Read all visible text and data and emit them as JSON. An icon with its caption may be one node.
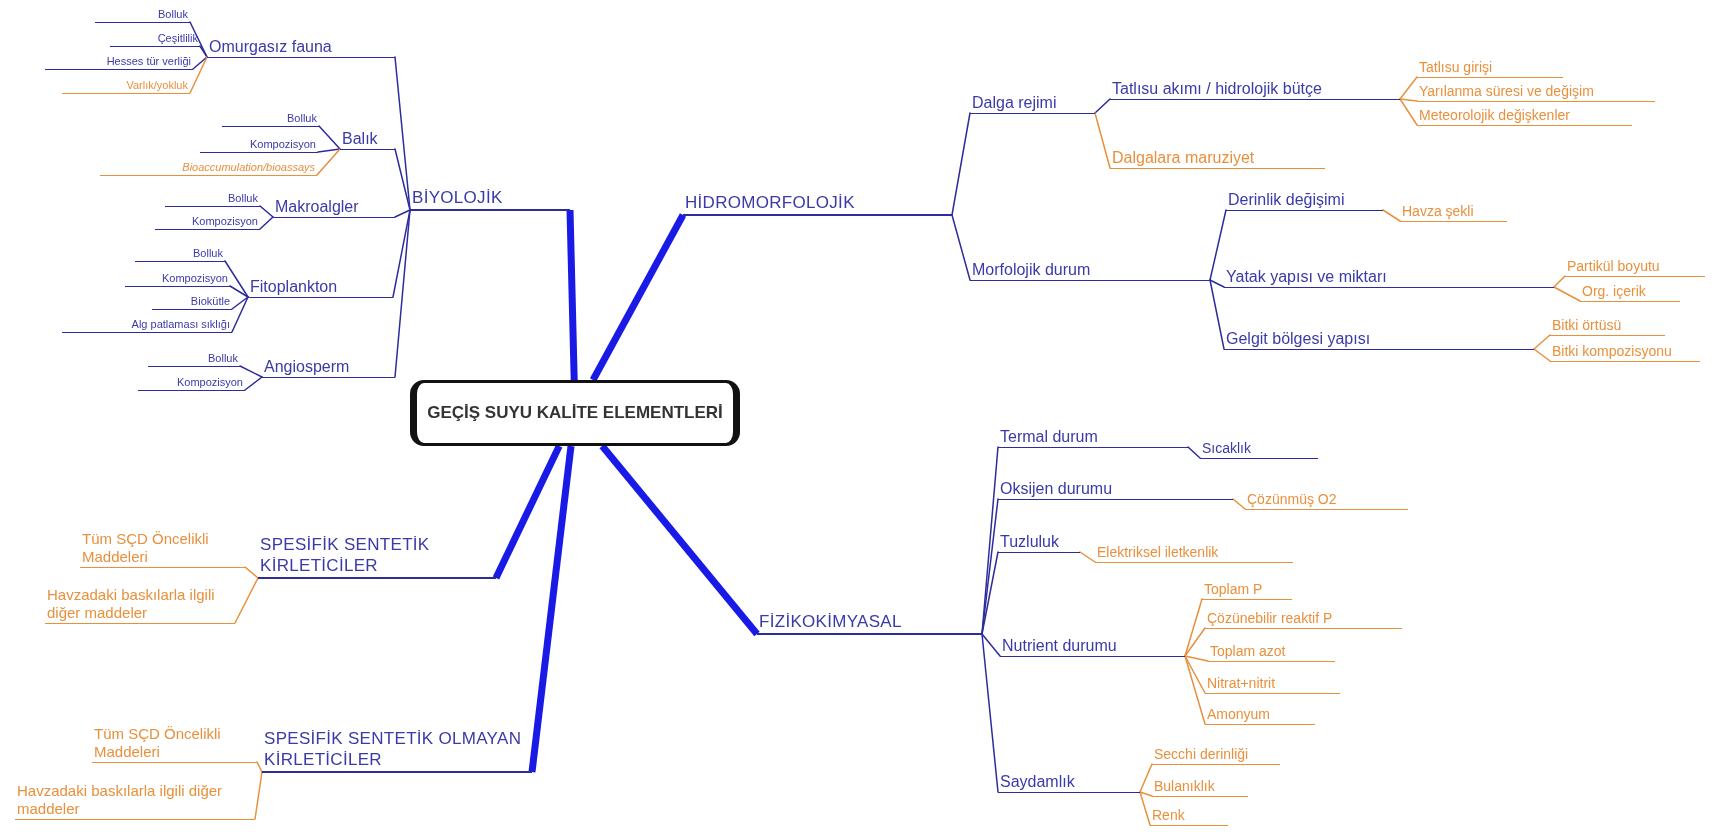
{
  "diagram": {
    "nodes": [
      {
        "text": [
          "GEÇİŞ SUYU KALİTE ELEMENTLERİ"
        ]
      },
      {
        "text": [
          "BİYOLOJİK"
        ]
      },
      {
        "text": [
          "Omurgasız fauna"
        ]
      },
      {
        "text": [
          "Bolluk"
        ]
      },
      {
        "text": [
          "Çeşitlilik"
        ]
      },
      {
        "text": [
          "Hesses tür verliği"
        ]
      },
      {
        "text": [
          "Varlık/yokluk"
        ]
      },
      {
        "text": [
          "Balık"
        ]
      },
      {
        "text": [
          "Bolluk"
        ]
      },
      {
        "text": [
          "Kompozisyon"
        ]
      },
      {
        "text": [
          "Bioaccumulation/bioassays"
        ]
      },
      {
        "text": [
          "Makroalgler"
        ]
      },
      {
        "text": [
          "Bolluk"
        ]
      },
      {
        "text": [
          "Kompozisyon"
        ]
      },
      {
        "text": [
          "Fitoplankton"
        ]
      },
      {
        "text": [
          "Bolluk"
        ]
      },
      {
        "text": [
          "Kompozisyon"
        ]
      },
      {
        "text": [
          "Biokütle"
        ]
      },
      {
        "text": [
          "Alg patlaması sıklığı"
        ]
      },
      {
        "text": [
          "Angiosperm"
        ]
      },
      {
        "text": [
          "Bolluk"
        ]
      },
      {
        "text": [
          "Kompozisyon"
        ]
      },
      {
        "text": [
          "HİDROMORFOLOJİK"
        ]
      },
      {
        "text": [
          "Dalga rejimi"
        ]
      },
      {
        "text": [
          "Tatlısu akımı / hidrolojik bütçe"
        ]
      },
      {
        "text": [
          "Tatlısu girişi"
        ]
      },
      {
        "text": [
          "Yarılanma süresi ve değişim"
        ]
      },
      {
        "text": [
          "Meteorolojik değişkenler"
        ]
      },
      {
        "text": [
          "Dalgalara maruziyet"
        ]
      },
      {
        "text": [
          "Morfolojik durum"
        ]
      },
      {
        "text": [
          "Derinlik değişimi"
        ]
      },
      {
        "text": [
          "Havza şekli"
        ]
      },
      {
        "text": [
          "Yatak yapısı ve miktarı"
        ]
      },
      {
        "text": [
          "Partikül boyutu"
        ]
      },
      {
        "text": [
          "Org. içerik"
        ]
      },
      {
        "text": [
          "Gelgit bölgesi yapısı"
        ]
      },
      {
        "text": [
          "Bitki örtüsü"
        ]
      },
      {
        "text": [
          "Bitki kompozisyonu"
        ]
      },
      {
        "text": [
          "FİZİKOKİMYASAL"
        ]
      },
      {
        "text": [
          "Termal durum"
        ]
      },
      {
        "text": [
          "Sıcaklık"
        ]
      },
      {
        "text": [
          "Oksijen durumu"
        ]
      },
      {
        "text": [
          "Çözünmüş O2"
        ]
      },
      {
        "text": [
          "Tuzluluk"
        ]
      },
      {
        "text": [
          "Elektriksel iletkenlik"
        ]
      },
      {
        "text": [
          "Nutrient durumu"
        ]
      },
      {
        "text": [
          "Toplam P"
        ]
      },
      {
        "text": [
          "Çözünebilir reaktif P"
        ]
      },
      {
        "text": [
          "Toplam azot"
        ]
      },
      {
        "text": [
          "Nitrat+nitrit"
        ]
      },
      {
        "text": [
          "Amonyum"
        ]
      },
      {
        "text": [
          "Saydamlık"
        ]
      },
      {
        "text": [
          "Secchi derinliği"
        ]
      },
      {
        "text": [
          "Bulanıklık"
        ]
      },
      {
        "text": [
          "Renk"
        ]
      },
      {
        "text": [
          "SPESİFİK SENTETİK KİRLETİCİLER"
        ]
      },
      {
        "text": [
          "Tüm SÇD Öncelikli Maddeleri"
        ]
      },
      {
        "text": [
          "Havzadaki baskılarla ilgili diğer maddeler"
        ]
      },
      {
        "text": [
          "SPESİFİK SENTETİK OLMAYAN KİRLETİCİLER"
        ]
      },
      {
        "text": [
          "Tüm SÇD Öncelikli Maddeleri"
        ]
      },
      {
        "text": [
          "Havzadaki baskılarla ilgili diğer maddeler"
        ]
      }
    ],
    "edges": [
      {
        "from": 0,
        "to": 1,
        "arrow": "none",
        "style": "thick",
        "color": "#1a1ae6"
      },
      {
        "from": 1,
        "to": 2,
        "arrow": "none"
      },
      {
        "from": 2,
        "to": 3,
        "arrow": "none"
      },
      {
        "from": 2,
        "to": 4,
        "arrow": "none"
      },
      {
        "from": 2,
        "to": 5,
        "arrow": "none"
      },
      {
        "from": 2,
        "to": 6,
        "arrow": "none",
        "color": "#e8903c"
      },
      {
        "from": 1,
        "to": 7,
        "arrow": "none"
      },
      {
        "from": 7,
        "to": 8,
        "arrow": "none"
      },
      {
        "from": 7,
        "to": 9,
        "arrow": "none"
      },
      {
        "from": 7,
        "to": 10,
        "arrow": "none",
        "color": "#e8903c"
      },
      {
        "from": 1,
        "to": 11,
        "arrow": "none"
      },
      {
        "from": 11,
        "to": 12,
        "arrow": "none"
      },
      {
        "from": 11,
        "to": 13,
        "arrow": "none"
      },
      {
        "from": 1,
        "to": 14,
        "arrow": "none"
      },
      {
        "from": 14,
        "to": 15,
        "arrow": "none"
      },
      {
        "from": 14,
        "to": 16,
        "arrow": "none"
      },
      {
        "from": 14,
        "to": 17,
        "arrow": "none"
      },
      {
        "from": 14,
        "to": 18,
        "arrow": "none"
      },
      {
        "from": 1,
        "to": 19,
        "arrow": "none"
      },
      {
        "from": 19,
        "to": 20,
        "arrow": "none"
      },
      {
        "from": 19,
        "to": 21,
        "arrow": "none"
      },
      {
        "from": 0,
        "to": 22,
        "arrow": "none",
        "style": "thick",
        "color": "#1a1ae6"
      },
      {
        "from": 22,
        "to": 23,
        "arrow": "none"
      },
      {
        "from": 23,
        "to": 24,
        "arrow": "none"
      },
      {
        "from": 24,
        "to": 25,
        "arrow": "none",
        "color": "#e8903c"
      },
      {
        "from": 24,
        "to": 26,
        "arrow": "none",
        "color": "#e8903c"
      },
      {
        "from": 24,
        "to": 27,
        "arrow": "none",
        "color": "#e8903c"
      },
      {
        "from": 23,
        "to": 28,
        "arrow": "none",
        "color": "#e8903c"
      },
      {
        "from": 22,
        "to": 29,
        "arrow": "none"
      },
      {
        "from": 29,
        "to": 30,
        "arrow": "none"
      },
      {
        "from": 30,
        "to": 31,
        "arrow": "none",
        "color": "#e8903c"
      },
      {
        "from": 29,
        "to": 32,
        "arrow": "none"
      },
      {
        "from": 32,
        "to": 33,
        "arrow": "none",
        "color": "#e8903c"
      },
      {
        "from": 32,
        "to": 34,
        "arrow": "none",
        "color": "#e8903c"
      },
      {
        "from": 29,
        "to": 35,
        "arrow": "none"
      },
      {
        "from": 35,
        "to": 36,
        "arrow": "none",
        "color": "#e8903c"
      },
      {
        "from": 35,
        "to": 37,
        "arrow": "none",
        "color": "#e8903c"
      },
      {
        "from": 0,
        "to": 38,
        "arrow": "none",
        "style": "thick",
        "color": "#1a1ae6"
      },
      {
        "from": 38,
        "to": 39,
        "arrow": "none"
      },
      {
        "from": 39,
        "to": 40,
        "arrow": "none"
      },
      {
        "from": 38,
        "to": 41,
        "arrow": "none"
      },
      {
        "from": 41,
        "to": 42,
        "arrow": "none",
        "color": "#e8903c"
      },
      {
        "from": 38,
        "to": 43,
        "arrow": "none"
      },
      {
        "from": 43,
        "to": 44,
        "arrow": "none",
        "color": "#e8903c"
      },
      {
        "from": 38,
        "to": 45,
        "arrow": "none"
      },
      {
        "from": 45,
        "to": 46,
        "arrow": "none",
        "color": "#e8903c"
      },
      {
        "from": 45,
        "to": 47,
        "arrow": "none",
        "color": "#e8903c"
      },
      {
        "from": 45,
        "to": 48,
        "arrow": "none",
        "color": "#e8903c"
      },
      {
        "from": 45,
        "to": 49,
        "arrow": "none",
        "color": "#e8903c"
      },
      {
        "from": 45,
        "to": 50,
        "arrow": "none",
        "color": "#e8903c"
      },
      {
        "from": 38,
        "to": 51,
        "arrow": "none"
      },
      {
        "from": 51,
        "to": 52,
        "arrow": "none",
        "color": "#e8903c"
      },
      {
        "from": 51,
        "to": 53,
        "arrow": "none",
        "color": "#e8903c"
      },
      {
        "from": 51,
        "to": 54,
        "arrow": "none",
        "color": "#e8903c"
      },
      {
        "from": 0,
        "to": 55,
        "arrow": "none",
        "style": "thick",
        "color": "#1a1ae6"
      },
      {
        "from": 55,
        "to": 56,
        "arrow": "none",
        "color": "#e8903c"
      },
      {
        "from": 55,
        "to": 57,
        "arrow": "none",
        "color": "#e8903c"
      },
      {
        "from": 0,
        "to": 58,
        "arrow": "none",
        "style": "thick",
        "color": "#1a1ae6"
      },
      {
        "from": 58,
        "to": 59,
        "arrow": "none",
        "color": "#e8903c"
      },
      {
        "from": 58,
        "to": 60,
        "arrow": "none",
        "color": "#e8903c"
      }
    ]
  }
}
